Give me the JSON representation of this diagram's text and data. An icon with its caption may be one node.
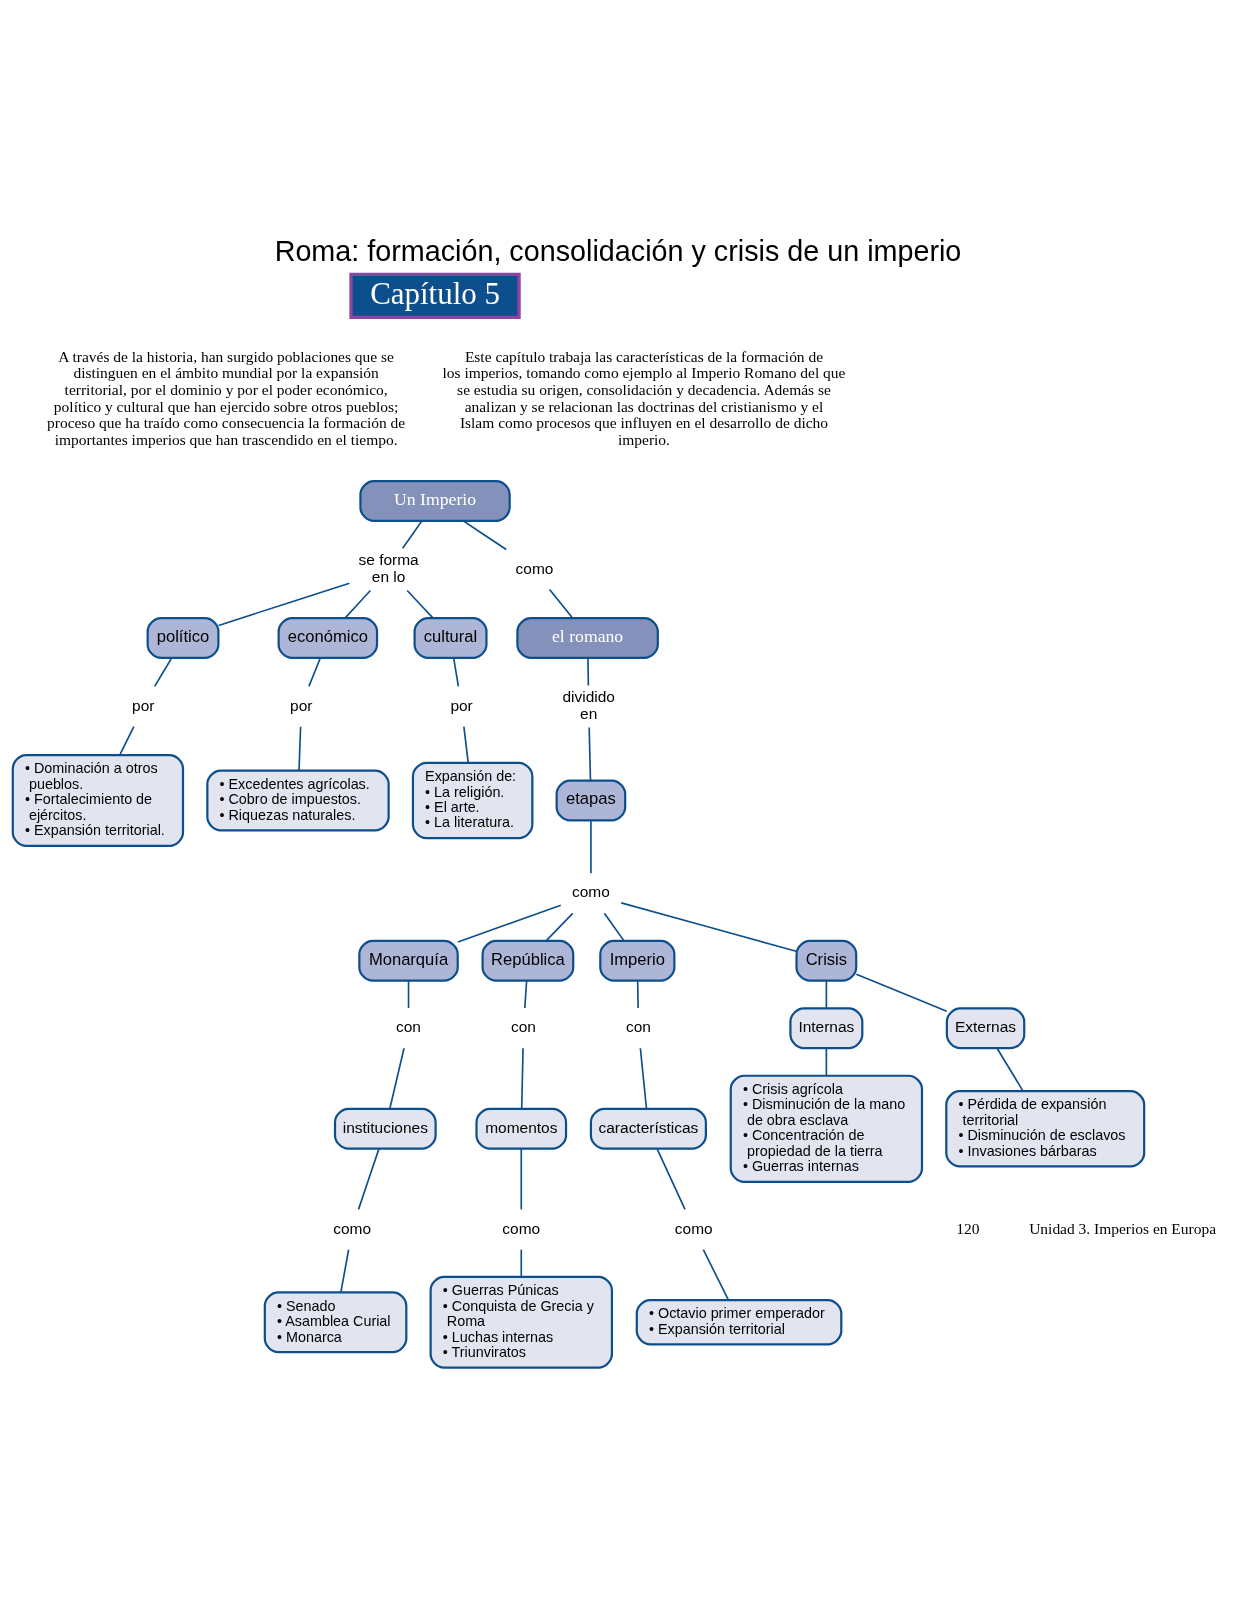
{
  "diagram": {
    "title": "Roma: formación, consolidación y crisis de un imperio",
    "nodes": [
      {
        "text": [
          "Un Imperio"
        ]
      },
      {
        "text": [
          "se forma en lo"
        ]
      },
      {
        "text": [
          "político"
        ]
      },
      {
        "text": [
          "económico"
        ]
      },
      {
        "text": [
          "cultural"
        ]
      },
      {
        "text": [
          "por"
        ]
      },
      {
        "text": [
          "por"
        ]
      },
      {
        "text": [
          "por"
        ]
      },
      {
        "text": [
          "• Dominación a otros pueblos.",
          "• Fortalecimiento de ejércitos.",
          "• Expansión territorial."
        ]
      },
      {
        "text": [
          "• Excedentes agrícolas.",
          "• Cobro de impuestos.",
          "• Riquezas naturales."
        ]
      },
      {
        "text": [
          "Expansión de:",
          "• La religión.",
          "• El arte.",
          "• La literatura."
        ]
      },
      {
        "text": [
          "como"
        ]
      },
      {
        "text": [
          "el romano"
        ]
      },
      {
        "text": [
          "dividido en"
        ]
      },
      {
        "text": [
          "etapas"
        ]
      },
      {
        "text": [
          "como"
        ]
      },
      {
        "text": [
          "Monarquía"
        ]
      },
      {
        "text": [
          "República"
        ]
      },
      {
        "text": [
          "Imperio"
        ]
      },
      {
        "text": [
          "Crisis"
        ]
      },
      {
        "text": [
          "con"
        ]
      },
      {
        "text": [
          "con"
        ]
      },
      {
        "text": [
          "con"
        ]
      },
      {
        "text": [
          "instituciones"
        ]
      },
      {
        "text": [
          "momentos"
        ]
      },
      {
        "text": [
          "características"
        ]
      },
      {
        "text": [
          "como"
        ]
      },
      {
        "text": [
          "como"
        ]
      },
      {
        "text": [
          "como"
        ]
      },
      {
        "text": [
          "• Senado",
          "• Asamblea Curial",
          "• Monarca"
        ]
      },
      {
        "text": [
          "• Guerras Púnicas",
          "• Conquista de Grecia y Roma",
          "• Luchas internas",
          "• Triunviratos"
        ]
      },
      {
        "text": [
          "• Octavio primer emperador",
          "• Expansión territorial"
        ]
      },
      {
        "text": [
          "Internas"
        ]
      },
      {
        "text": [
          "Externas"
        ]
      },
      {
        "text": [
          "• Crisis agrícola",
          "• Disminución de la mano de obra esclava",
          "• Concentración de propiedad de la tierra",
          "• Guerras internas"
        ]
      },
      {
        "text": [
          "• Pérdida de expansión territorial",
          "• Disminución de esclavos",
          "• Invasiones bárbaras"
        ]
      }
    ],
    "edges": [
      {
        "from": 0,
        "to": 1,
        "arrow": "none"
      },
      {
        "from": 1,
        "to": 2,
        "arrow": "none"
      },
      {
        "from": 1,
        "to": 3,
        "arrow": "none"
      },
      {
        "from": 1,
        "to": 4,
        "arrow": "none"
      },
      {
        "from": 2,
        "to": 5,
        "arrow": "none"
      },
      {
        "from": 3,
        "to": 6,
        "arrow": "none"
      },
      {
        "from": 4,
        "to": 7,
        "arrow": "none"
      },
      {
        "from": 5,
        "to": 8,
        "arrow": "none"
      },
      {
        "from": 6,
        "to": 9,
        "arrow": "none"
      },
      {
        "from": 7,
        "to": 10,
        "arrow": "none"
      },
      {
        "from": 0,
        "to": 11,
        "arrow": "none"
      },
      {
        "from": 11,
        "to": 12,
        "arrow": "none"
      },
      {
        "from": 12,
        "to": 13,
        "arrow": "none"
      },
      {
        "from": 13,
        "to": 14,
        "arrow": "none"
      },
      {
        "from": 14,
        "to": 15,
        "arrow": "none"
      },
      {
        "from": 15,
        "to": 16,
        "arrow": "none"
      },
      {
        "from": 15,
        "to": 17,
        "arrow": "none"
      },
      {
        "from": 15,
        "to": 18,
        "arrow": "none"
      },
      {
        "from": 15,
        "to": 19,
        "arrow": "none"
      },
      {
        "from": 16,
        "to": 20,
        "arrow": "none"
      },
      {
        "from": 17,
        "to": 21,
        "arrow": "none"
      },
      {
        "from": 18,
        "to": 22,
        "arrow": "none"
      },
      {
        "from": 20,
        "to": 23,
        "arrow": "none"
      },
      {
        "from": 21,
        "to": 24,
        "arrow": "none"
      },
      {
        "from": 22,
        "to": 25,
        "arrow": "none"
      },
      {
        "from": 23,
        "to": 26,
        "arrow": "none"
      },
      {
        "from": 24,
        "to": 27,
        "arrow": "none"
      },
      {
        "from": 25,
        "to": 28,
        "arrow": "none"
      },
      {
        "from": 26,
        "to": 29,
        "arrow": "none"
      },
      {
        "from": 27,
        "to": 30,
        "arrow": "none"
      },
      {
        "from": 28,
        "to": 31,
        "arrow": "none"
      },
      {
        "from": 19,
        "to": 32,
        "arrow": "none"
      },
      {
        "from": 19,
        "to": 33,
        "arrow": "none"
      },
      {
        "from": 32,
        "to": 34,
        "arrow": "none"
      },
      {
        "from": 33,
        "to": 35,
        "arrow": "none"
      }
    ],
    "labels": [
      "Capítulo 5",
      "A través de la historia, han surgido poblaciones que se distinguen en el ámbito mundial por la expansión territorial, por el dominio y por el poder económico, político y cultural que han ejercido sobre otros pueblos; proceso que ha traído como consecuencia la formación de importantes imperios que han trascendido en el tiempo.",
      "Este capítulo trabaja las características de la formación de los imperios, tomando como ejemplo al Imperio Romano del que se estudia su origen, consolidación y decadencia. Además se analizan y se relacionan las doctrinas del cristianismo y el Islam como procesos que influyen en el desarrollo de dicho imperio.",
      "120",
      "Unidad 3. Imperios en Europa"
    ]
  }
}
